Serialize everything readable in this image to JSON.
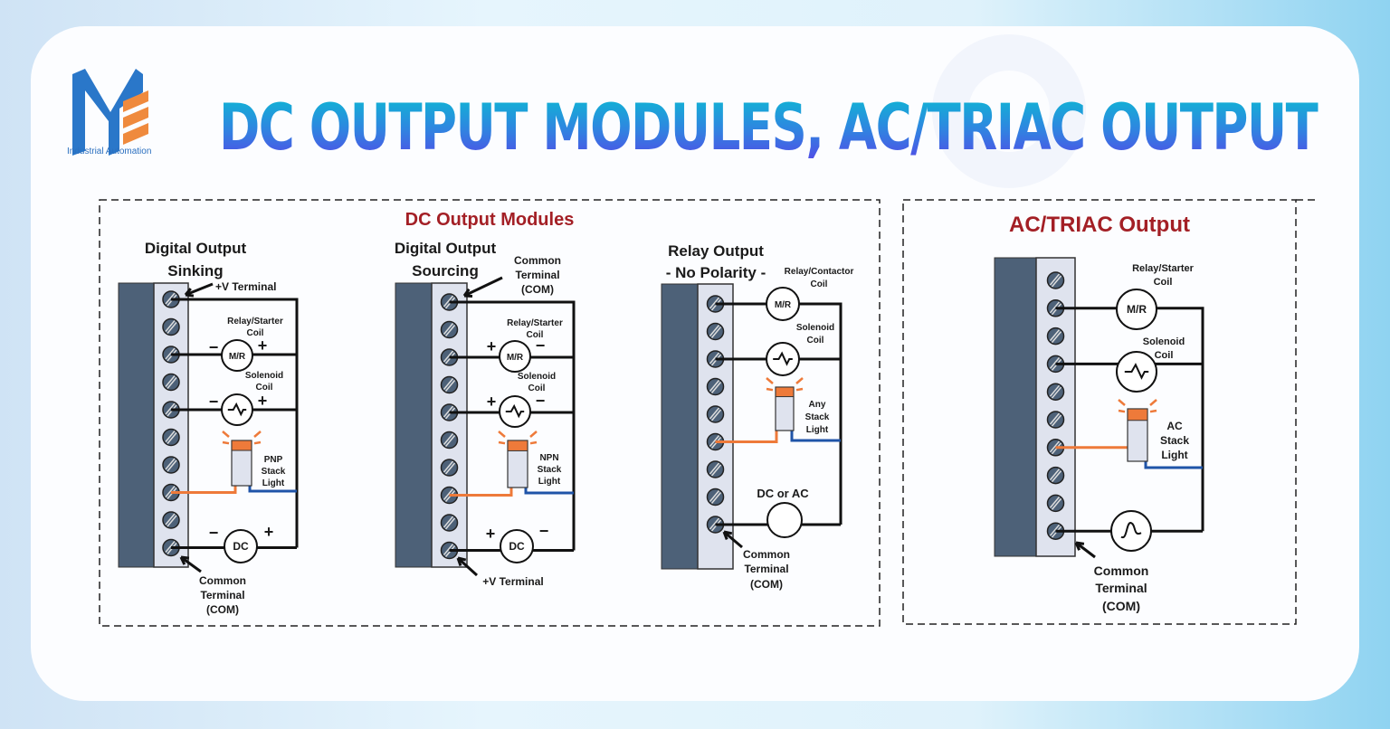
{
  "header": {
    "logo_caption": "Industrial Automation",
    "title": "DC OUTPUT MODULES, AC/TRIAC OUTPUT"
  },
  "colors": {
    "module_dark": "#4d6178",
    "module_light": "#dfe3ee",
    "wire": "#111111",
    "orange": "#ee7a3a",
    "blue": "#1f54a8",
    "section_title": "#a31f25",
    "logo_blue": "#2a77c9",
    "logo_orange": "#ef8a3d"
  },
  "dc_section": {
    "title": "DC Output Modules",
    "sinking": {
      "title_line1": "Digital Output",
      "title_line2": "Sinking",
      "top_terminal": "+V Terminal",
      "relay_label_1": "Relay/Starter",
      "relay_label_2": "Coil",
      "relay_symbol": "M/R",
      "relay_left_sign": "−",
      "relay_right_sign": "+",
      "solenoid_label_1": "Solenoid",
      "solenoid_label_2": "Coil",
      "sol_left_sign": "−",
      "sol_right_sign": "+",
      "light_label_1": "PNP",
      "light_label_2": "Stack",
      "light_label_3": "Light",
      "supply_symbol": "DC",
      "supply_left_sign": "−",
      "supply_right_sign": "+",
      "bottom_terminal_1": "Common",
      "bottom_terminal_2": "Terminal",
      "bottom_terminal_3": "(COM)"
    },
    "sourcing": {
      "title_line1": "Digital Output",
      "title_line2": "Sourcing",
      "top_terminal_1": "Common",
      "top_terminal_2": "Terminal",
      "top_terminal_3": "(COM)",
      "relay_label_1": "Relay/Starter",
      "relay_label_2": "Coil",
      "relay_symbol": "M/R",
      "relay_left_sign": "+",
      "relay_right_sign": "−",
      "solenoid_label_1": "Solenoid",
      "solenoid_label_2": "Coil",
      "sol_left_sign": "+",
      "sol_right_sign": "−",
      "light_label_1": "NPN",
      "light_label_2": "Stack",
      "light_label_3": "Light",
      "supply_symbol": "DC",
      "supply_left_sign": "+",
      "supply_right_sign": "−",
      "bottom_terminal": "+V Terminal"
    },
    "relay": {
      "title_line1": "Relay Output",
      "title_line2": "- No Polarity -",
      "relay_label_1": "Relay/Contactor",
      "relay_label_2": "Coil",
      "relay_symbol": "M/R",
      "solenoid_label_1": "Solenoid",
      "solenoid_label_2": "Coil",
      "light_label_1": "Any",
      "light_label_2": "Stack",
      "light_label_3": "Light",
      "supply_label": "DC or AC",
      "bottom_terminal_1": "Common",
      "bottom_terminal_2": "Terminal",
      "bottom_terminal_3": "(COM)"
    }
  },
  "ac_section": {
    "title": "AC/TRIAC Output",
    "relay_label_1": "Relay/Starter",
    "relay_label_2": "Coil",
    "relay_symbol": "M/R",
    "solenoid_label_1": "Solenoid",
    "solenoid_label_2": "Coil",
    "light_label_1": "AC",
    "light_label_2": "Stack",
    "light_label_3": "Light",
    "bottom_terminal_1": "Common",
    "bottom_terminal_2": "Terminal",
    "bottom_terminal_3": "(COM)"
  }
}
